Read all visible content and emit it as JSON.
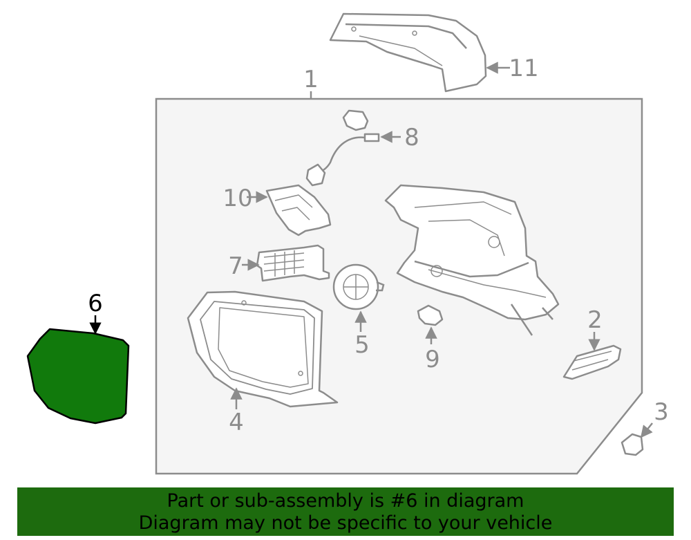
{
  "diagram": {
    "callouts": {
      "c1": "1",
      "c2": "2",
      "c3": "3",
      "c4": "4",
      "c5": "5",
      "c6": "6",
      "c7": "7",
      "c8": "8",
      "c9": "9",
      "c10": "10",
      "c11": "11"
    },
    "highlight_part": "6",
    "colors": {
      "highlight_fill": "#117a0c",
      "line": "#8c8c8c",
      "panel_fill": "#f5f5f5",
      "banner": "#1d6b0e"
    }
  },
  "banner": {
    "line1": "Part or sub-assembly is #6 in diagram",
    "line2": "Diagram may not be specific to your vehicle"
  }
}
